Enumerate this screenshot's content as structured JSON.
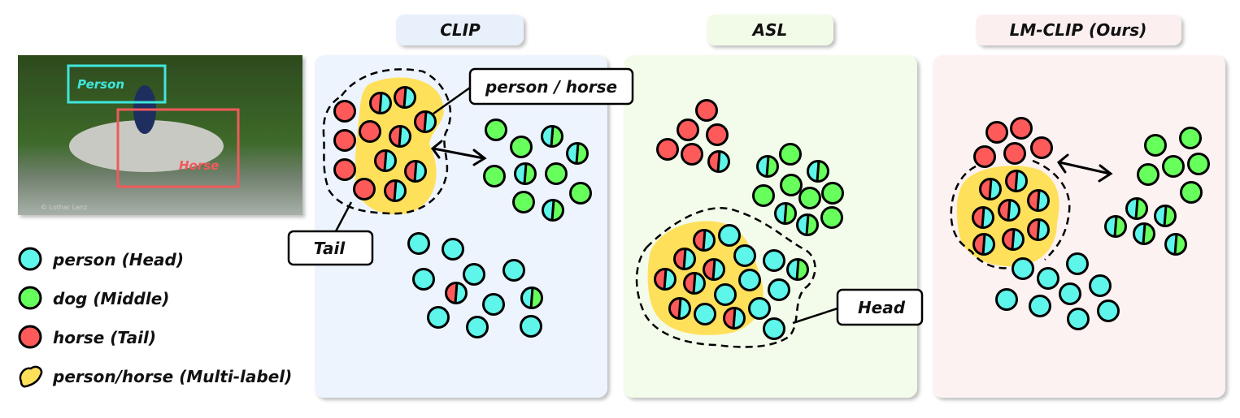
{
  "colors": {
    "head_person": "#5ef5ea",
    "middle_dog": "#66ff5c",
    "tail_horse": "#ff5a5a",
    "multi_label": "#ffe05a",
    "clip_bg": "#eef4fd",
    "asl_bg": "#f3fceb",
    "lmclip_bg": "#fdf2f2"
  },
  "photo": {
    "person_box_label": "Person",
    "horse_box_label": "Horse",
    "watermark": "© Lothar Lenz",
    "person_box_color": "#3fe6dc",
    "horse_box_color": "#f05a5a"
  },
  "legend": [
    {
      "label": "person (Head)",
      "icon": "cyan-circle-icon"
    },
    {
      "label": "dog (Middle)",
      "icon": "green-circle-icon"
    },
    {
      "label": "horse (Tail)",
      "icon": "red-circle-icon"
    },
    {
      "label": "person/horse (Multi-label)",
      "icon": "yellow-blob-icon"
    }
  ],
  "panels": [
    {
      "title": "CLIP",
      "callouts": [
        "person / horse",
        "Tail"
      ]
    },
    {
      "title": "ASL",
      "callouts": [
        "Head"
      ]
    },
    {
      "title": "LM-CLIP (Ours)",
      "callouts": []
    }
  ]
}
